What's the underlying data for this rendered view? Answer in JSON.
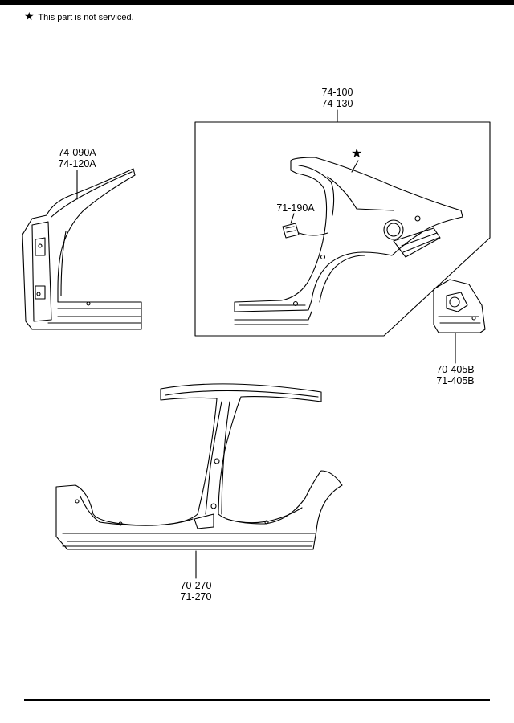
{
  "note": {
    "symbol": "★",
    "text": "This part is not serviced."
  },
  "callouts": {
    "rear_fender": {
      "line1": "74-100",
      "line2": "74-130"
    },
    "front_pillar": {
      "line1": "74-090A",
      "line2": "74-120A"
    },
    "fuel_lid_housing": {
      "line1": "71-190A"
    },
    "rear_panel": {
      "line1": "70-405B",
      "line2": "71-405B"
    },
    "side_outer": {
      "line1": "70-270",
      "line2": "71-270"
    }
  },
  "marks": {
    "not_serviced_star": "★"
  },
  "colors": {
    "line": "#000000",
    "background": "#ffffff"
  }
}
